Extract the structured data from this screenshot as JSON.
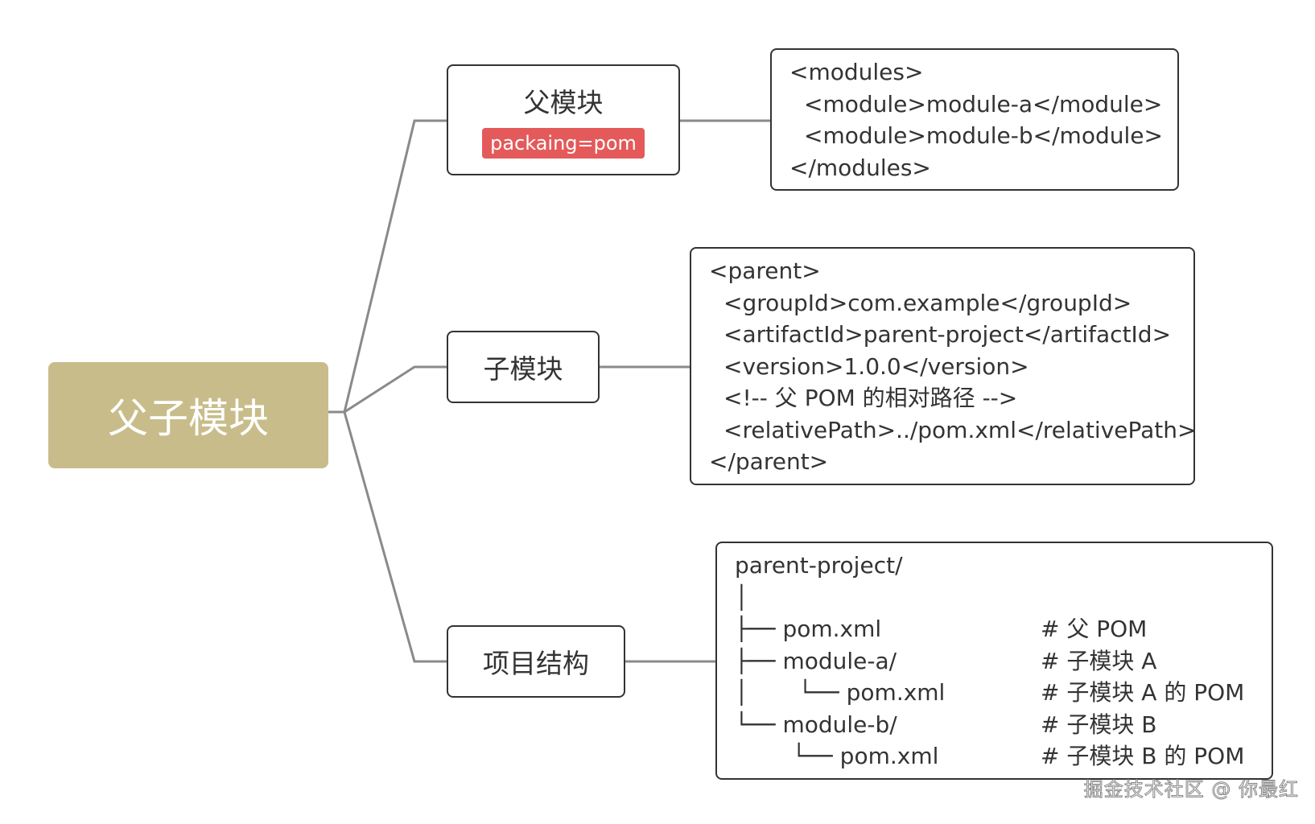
{
  "root": {
    "label": "父子模块",
    "color": "#c8bd8a"
  },
  "branches": {
    "parent": {
      "label": "父模块",
      "tag": "packaing=pom",
      "tag_color": "#e45a5a"
    },
    "child": {
      "label": "子模块"
    },
    "structure": {
      "label": "项目结构"
    }
  },
  "details": {
    "modules_xml": [
      "<modules>",
      "<module>module-a</module>",
      "<module>module-b</module>",
      "</modules>"
    ],
    "parent_xml": [
      "<parent>",
      "<groupId>com.example</groupId>",
      "<artifactId>parent-project</artifactId>",
      "<version>1.0.0</version>",
      "<!-- 父 POM 的相对路径 -->",
      "<relativePath>../pom.xml</relativePath>",
      "</parent>"
    ],
    "tree_title": "parent-project/",
    "tree_rows": [
      {
        "path": "│",
        "comment": ""
      },
      {
        "path": "├── pom.xml",
        "comment": "# 父 POM"
      },
      {
        "path": "├── module-a/",
        "comment": "# 子模块 A"
      },
      {
        "path": "│       └── pom.xml",
        "comment": "# 子模块 A 的 POM"
      },
      {
        "path": "└── module-b/",
        "comment": "# 子模块 B"
      },
      {
        "path": "        └── pom.xml",
        "comment": "# 子模块 B 的 POM"
      }
    ]
  },
  "watermark": "掘金技术社区 @ 你最红"
}
